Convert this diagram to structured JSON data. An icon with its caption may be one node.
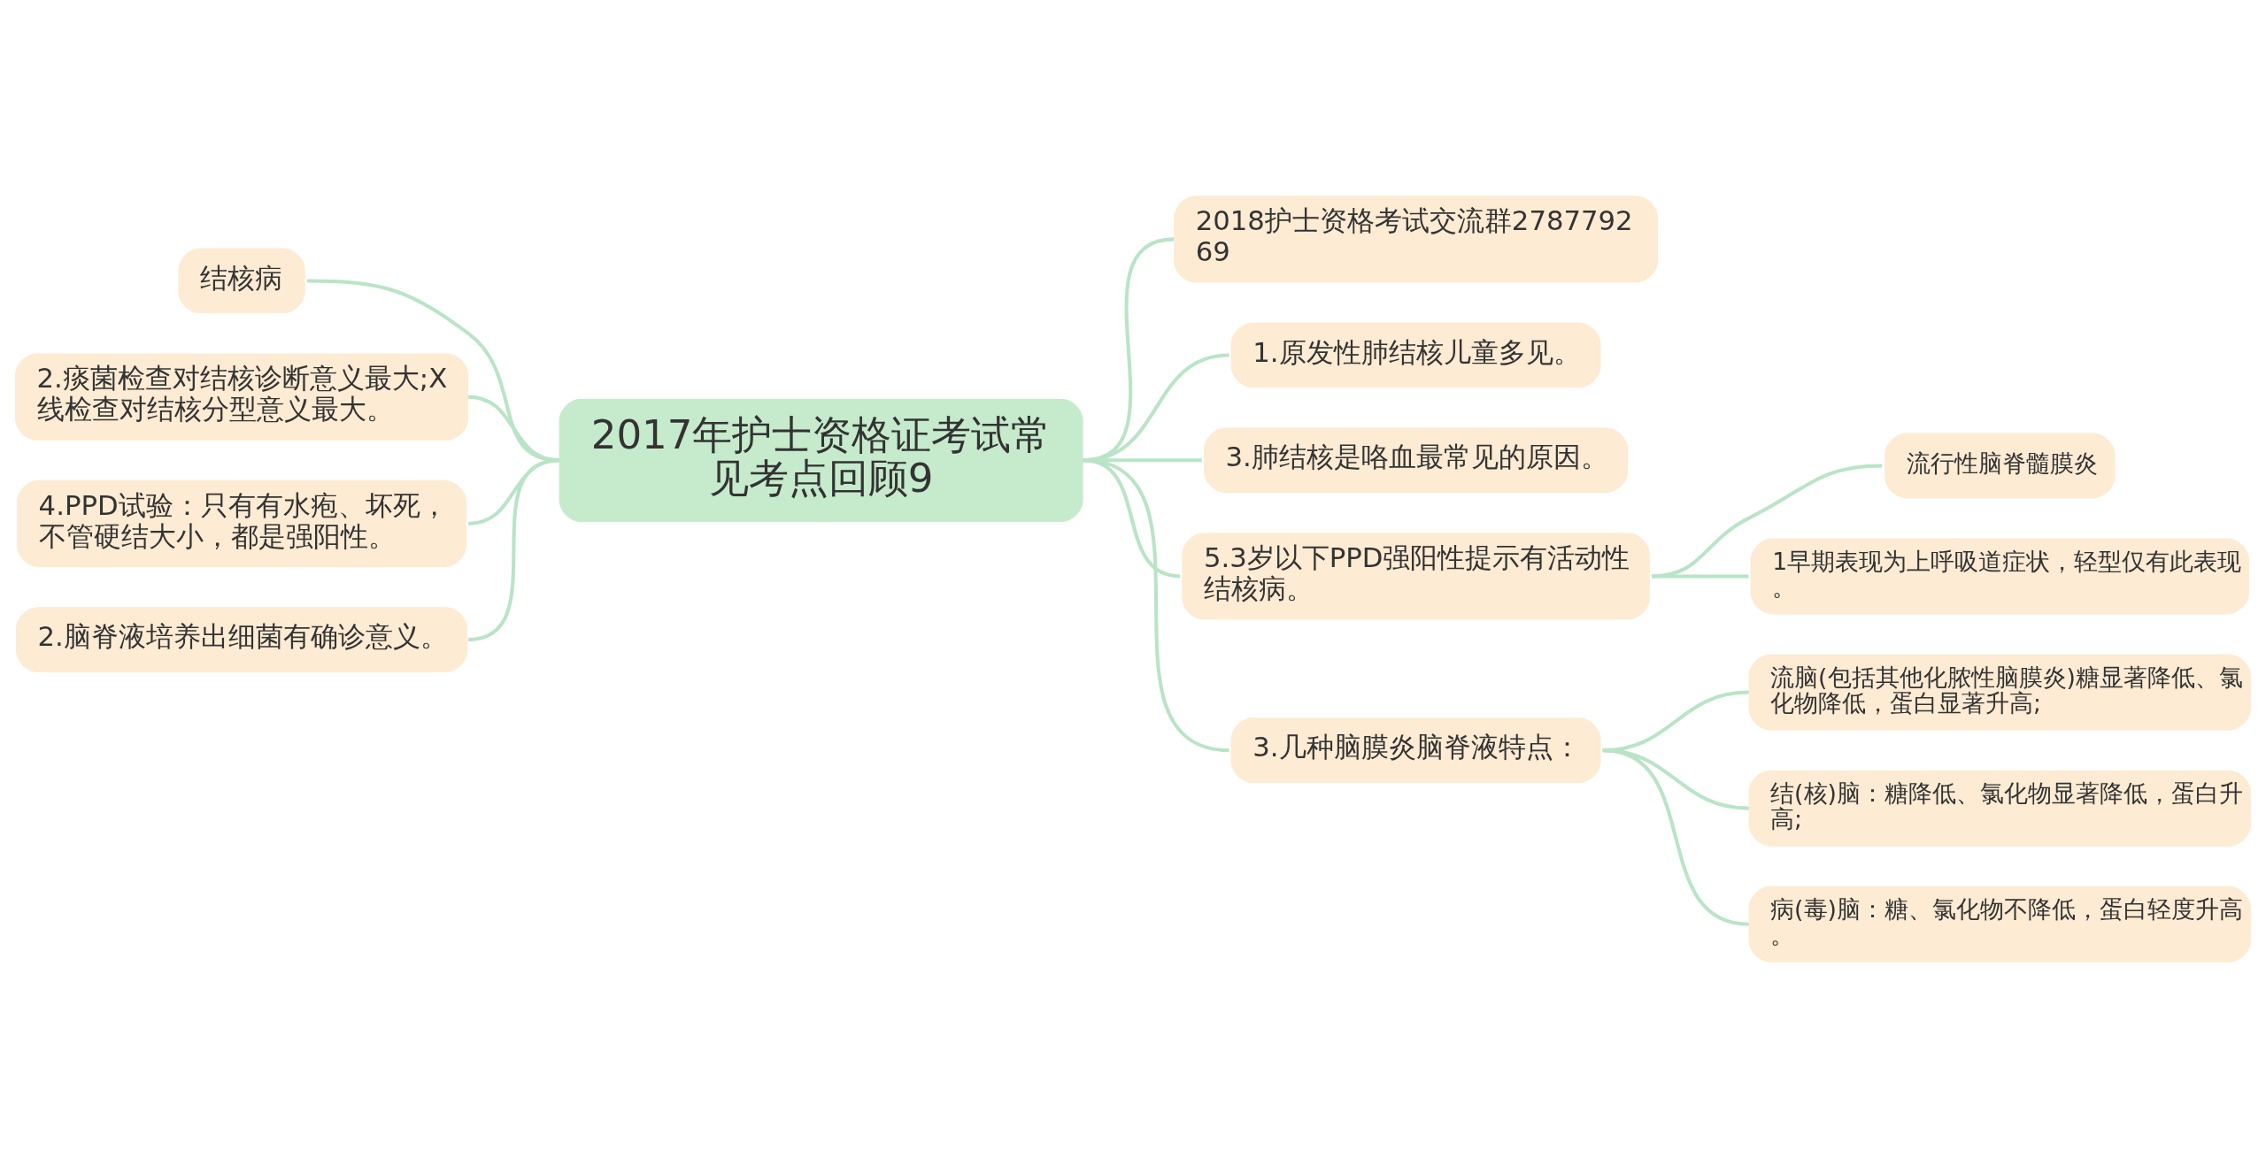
{
  "diagram": {
    "nodes": [
      {
        "text": [
          "2017年护士资格证考试常见考点回顾9"
        ]
      },
      {
        "text": [
          "结核病"
        ]
      },
      {
        "text": [
          "2.痰菌检查对结核诊断意义最大;X线检查对结核分型意义最大。"
        ]
      },
      {
        "text": [
          "4.PPD试验：只有有水疱、坏死，不管硬结大小，都是强阳性。"
        ]
      },
      {
        "text": [
          "2.脑脊液培养出细菌有确诊意义。"
        ]
      },
      {
        "text": [
          "2018护士资格考试交流群278779269"
        ]
      },
      {
        "text": [
          "1.原发性肺结核儿童多见。"
        ]
      },
      {
        "text": [
          "3.肺结核是咯血最常见的原因。"
        ]
      },
      {
        "text": [
          "5.3岁以下PPD强阳性提示有活动性结核病。"
        ]
      },
      {
        "text": [
          "流行性脑脊髓膜炎"
        ]
      },
      {
        "text": [
          "1早期表现为上呼吸道症状，轻型仅有此表现。"
        ]
      },
      {
        "text": [
          "3.几种脑膜炎脑脊液特点："
        ]
      },
      {
        "text": [
          "流脑(包括其他化脓性脑膜炎)糖显著降低、氯化物降低，蛋白显著升高;"
        ]
      },
      {
        "text": [
          "结(核)脑：糖降低、氯化物显著降低，蛋白升高;"
        ]
      },
      {
        "text": [
          "病(毒)脑：糖、氯化物不降低，蛋白轻度升高。"
        ]
      }
    ],
    "edges": [
      {
        "from": 0,
        "to": 1,
        "arrow": "none"
      },
      {
        "from": 0,
        "to": 2,
        "arrow": "none"
      },
      {
        "from": 0,
        "to": 3,
        "arrow": "none"
      },
      {
        "from": 0,
        "to": 4,
        "arrow": "none"
      },
      {
        "from": 0,
        "to": 5,
        "arrow": "none"
      },
      {
        "from": 0,
        "to": 6,
        "arrow": "none"
      },
      {
        "from": 0,
        "to": 7,
        "arrow": "none"
      },
      {
        "from": 0,
        "to": 8,
        "arrow": "none"
      },
      {
        "from": 0,
        "to": 11,
        "arrow": "none"
      },
      {
        "from": 8,
        "to": 9,
        "arrow": "none"
      },
      {
        "from": 8,
        "to": 10,
        "arrow": "none"
      },
      {
        "from": 11,
        "to": 12,
        "arrow": "none"
      },
      {
        "from": 11,
        "to": 13,
        "arrow": "none"
      },
      {
        "from": 11,
        "to": 14,
        "arrow": "none"
      }
    ]
  }
}
